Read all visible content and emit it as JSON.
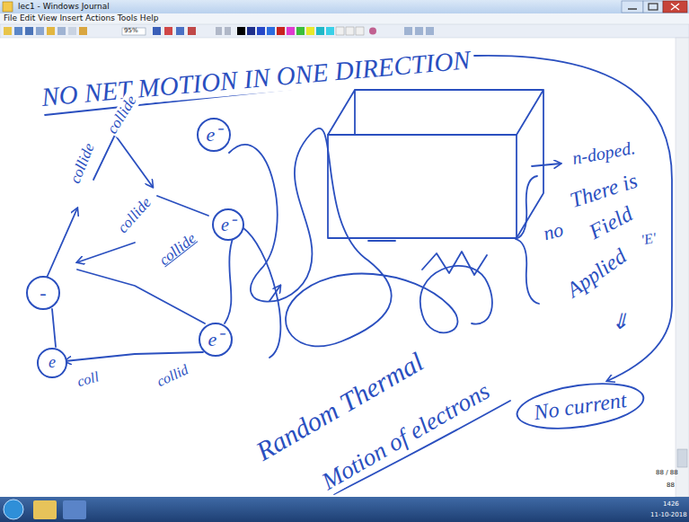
{
  "diagram": {
    "nodes": [
      {
        "text": [
          "e⁻"
        ]
      },
      {
        "text": [
          "e⁻"
        ]
      },
      {
        "text": [
          "e⁻"
        ]
      },
      {
        "text": [
          "-"
        ]
      },
      {
        "text": [
          "e"
        ]
      },
      {
        "text": [
          "No current"
        ]
      }
    ],
    "labels": [
      "lec1 - Windows Journal",
      "File Edit View Insert Actions Tools Help",
      "95%",
      "NO NET MOTION IN ONE DIRECTION",
      "collide",
      "collide",
      "collide",
      "collide",
      "collid",
      "coll",
      "n-doped.",
      "There is",
      "no",
      "Field",
      "Applied",
      "'E'",
      "⇓",
      "Random Thermal",
      "Motion of electrons",
      "88 / 88",
      "88",
      "1426",
      "11-10-2018"
    ]
  }
}
